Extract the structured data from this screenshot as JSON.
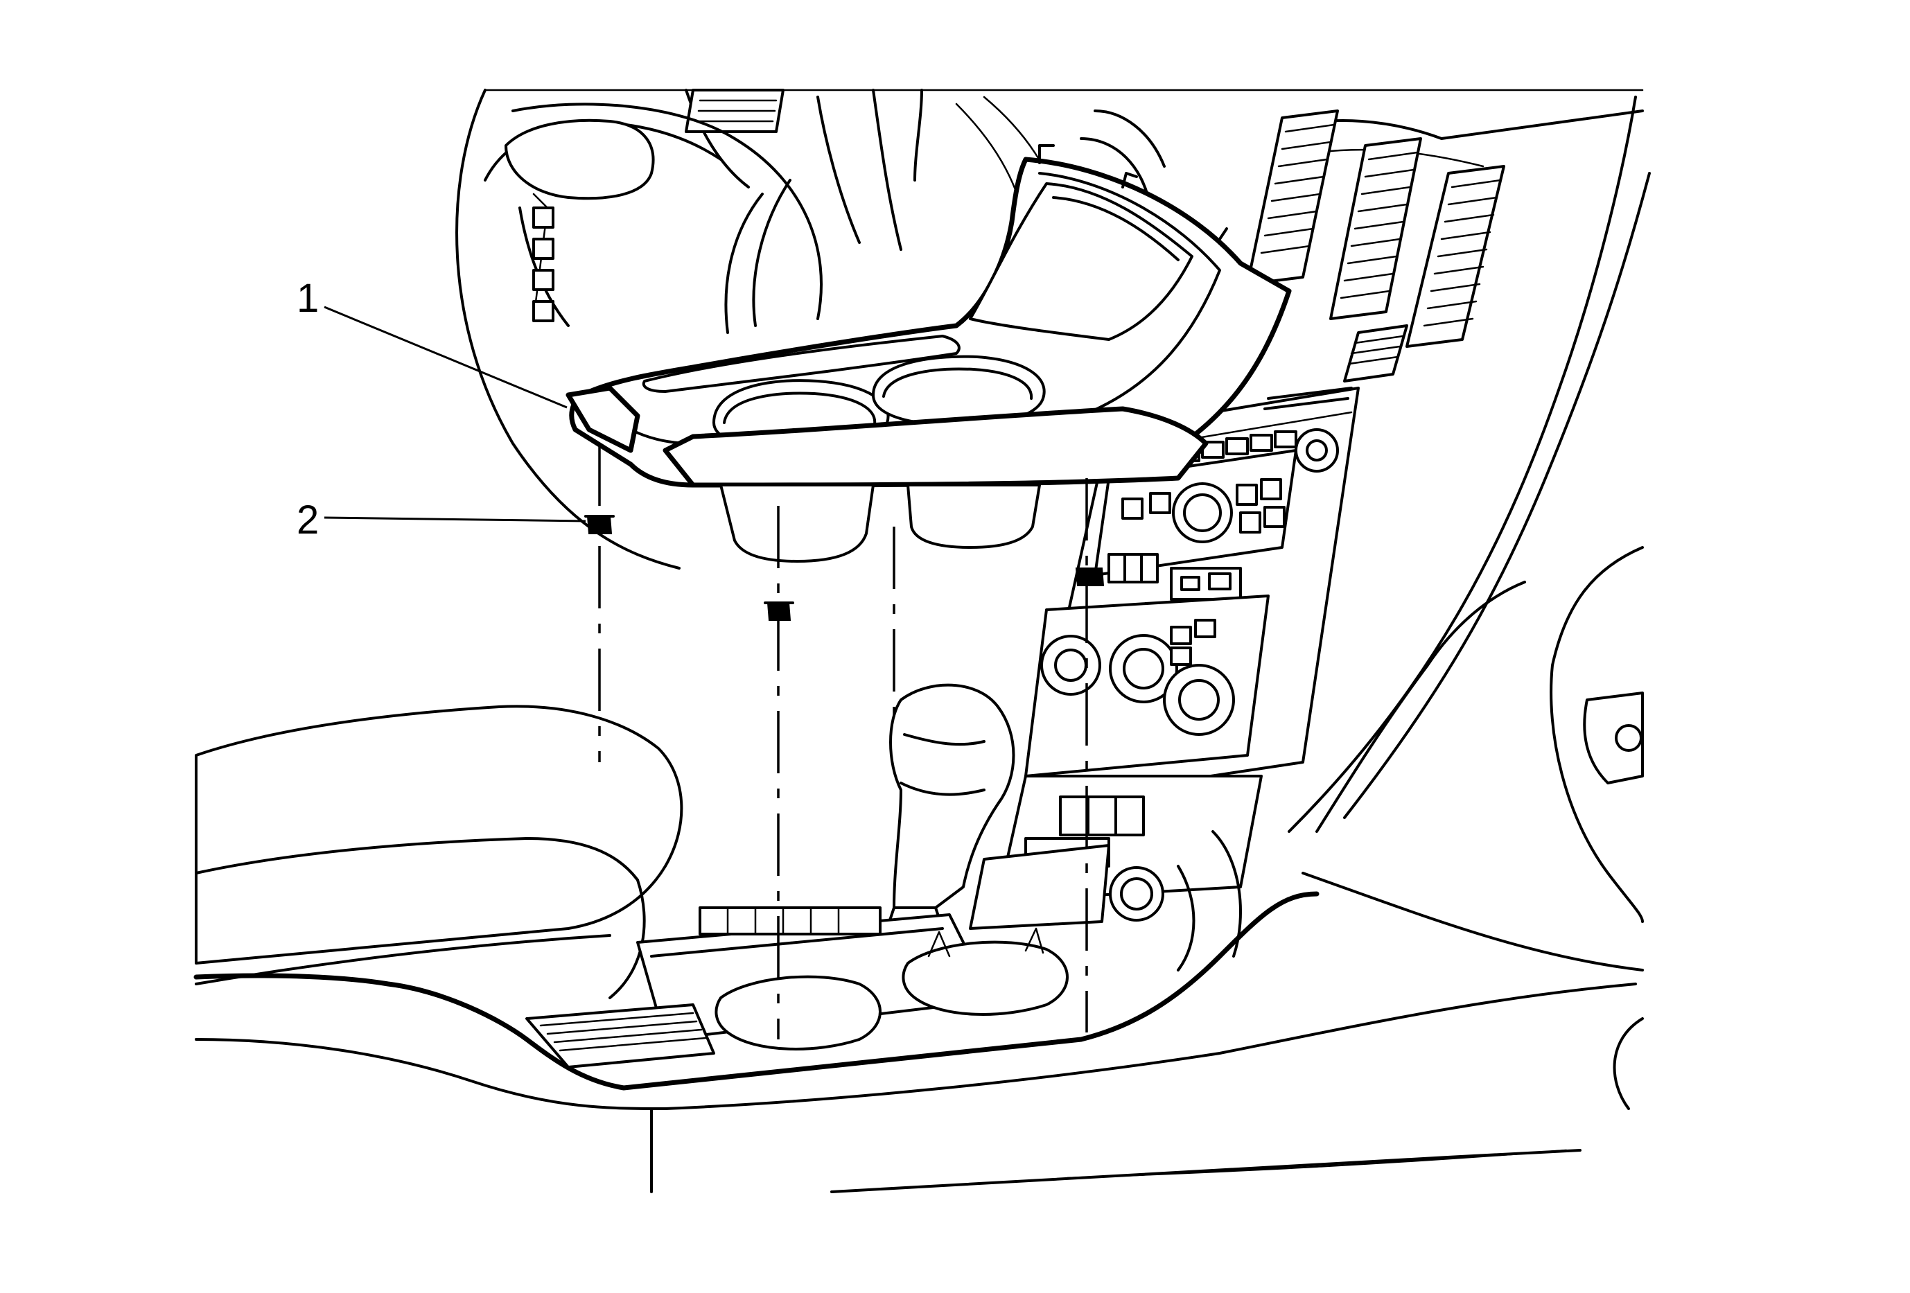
{
  "figure": {
    "background": "#ffffff",
    "line_color": "#000000"
  },
  "callouts": [
    {
      "id": "1",
      "label": "1",
      "part": "trim-panel"
    },
    {
      "id": "2",
      "label": "2",
      "part": "retaining-clip"
    }
  ]
}
